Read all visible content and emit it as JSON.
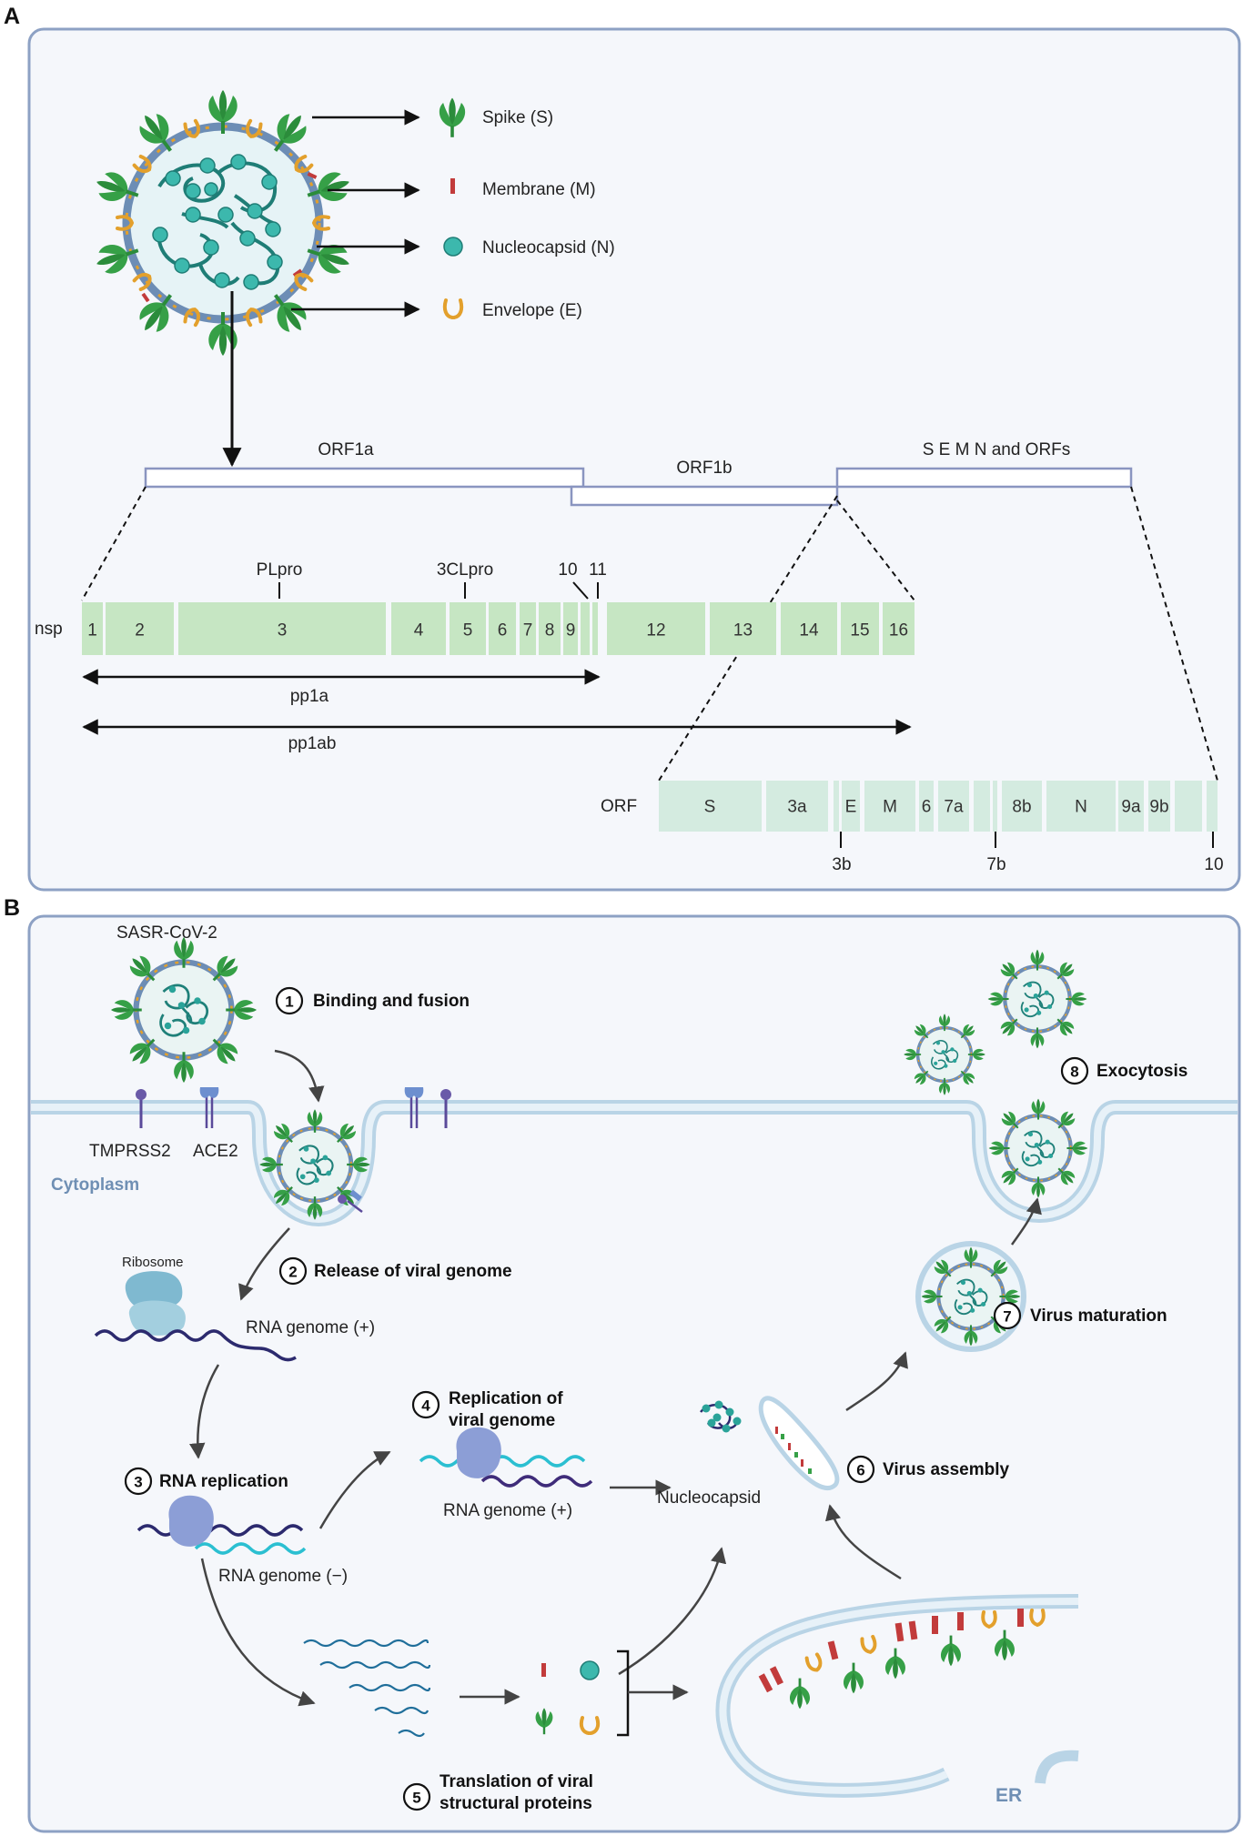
{
  "panel_a": {
    "letter": "A",
    "legend": [
      {
        "label": "Spike (S)",
        "icon": "spike-icon"
      },
      {
        "label": "Membrane (M)",
        "icon": "membrane-protein-icon"
      },
      {
        "label": "Nucleocapsid (N)",
        "icon": "nucleocapsid-icon"
      },
      {
        "label": "Envelope (E)",
        "icon": "envelope-protein-icon"
      }
    ],
    "genome": {
      "orf1a": "ORF1a",
      "orf1b": "ORF1b",
      "sem": "S E M N and ORFs"
    },
    "nsp": {
      "row_label": "nsp",
      "segments": [
        "1",
        "2",
        "3",
        "4",
        "5",
        "6",
        "7",
        "8",
        "9",
        "",
        "",
        "12",
        "13",
        "14",
        "15",
        "16"
      ],
      "markers": [
        "PLpro",
        "3CLpro",
        "10",
        "11"
      ],
      "pp1a": "pp1a",
      "pp1ab": "pp1ab"
    },
    "orf": {
      "row_label": "ORF",
      "segments": [
        "S",
        "3a",
        "",
        "E",
        "M",
        "6",
        "7a",
        "",
        "8b",
        "N",
        "9a",
        "9b",
        ""
      ],
      "markers": [
        "3b",
        "7b",
        "10"
      ]
    }
  },
  "panel_b": {
    "letter": "B",
    "virus_label": "SASR-CoV-2",
    "tmprss2": "TMPRSS2",
    "ace2": "ACE2",
    "cytoplasm": "Cytoplasm",
    "ribosome": "Ribosome",
    "rna_plus_1": "RNA genome (+)",
    "rna_plus_2": "RNA genome (+)",
    "rna_minus": "RNA genome (−)",
    "nucleocapsid": "Nucleocapsid",
    "er": "ER",
    "steps": [
      {
        "num": "1",
        "lines": [
          "Binding and fusion"
        ]
      },
      {
        "num": "2",
        "lines": [
          "Release of viral genome"
        ]
      },
      {
        "num": "3",
        "lines": [
          "RNA replication"
        ]
      },
      {
        "num": "4",
        "lines": [
          "Replication of",
          "viral genome"
        ]
      },
      {
        "num": "5",
        "lines": [
          "Translation of viral",
          "structural proteins"
        ]
      },
      {
        "num": "6",
        "lines": [
          "Virus assembly"
        ]
      },
      {
        "num": "7",
        "lines": [
          "Virus maturation"
        ]
      },
      {
        "num": "8",
        "lines": [
          "Exocytosis"
        ]
      }
    ]
  },
  "colors": {
    "panel_border": "#8da1c4",
    "panel_fill": "#f5f7fb",
    "spike": "#36a047",
    "nsp_fill": "#c6e6c3",
    "orf_fill": "#d4ebe0",
    "teal": "#2aa399",
    "navy": "#2c2a6e",
    "cyan": "#2bbfd1",
    "orange": "#e3a02c",
    "red": "#c23b3b",
    "membrane": "#cfe0ec"
  }
}
